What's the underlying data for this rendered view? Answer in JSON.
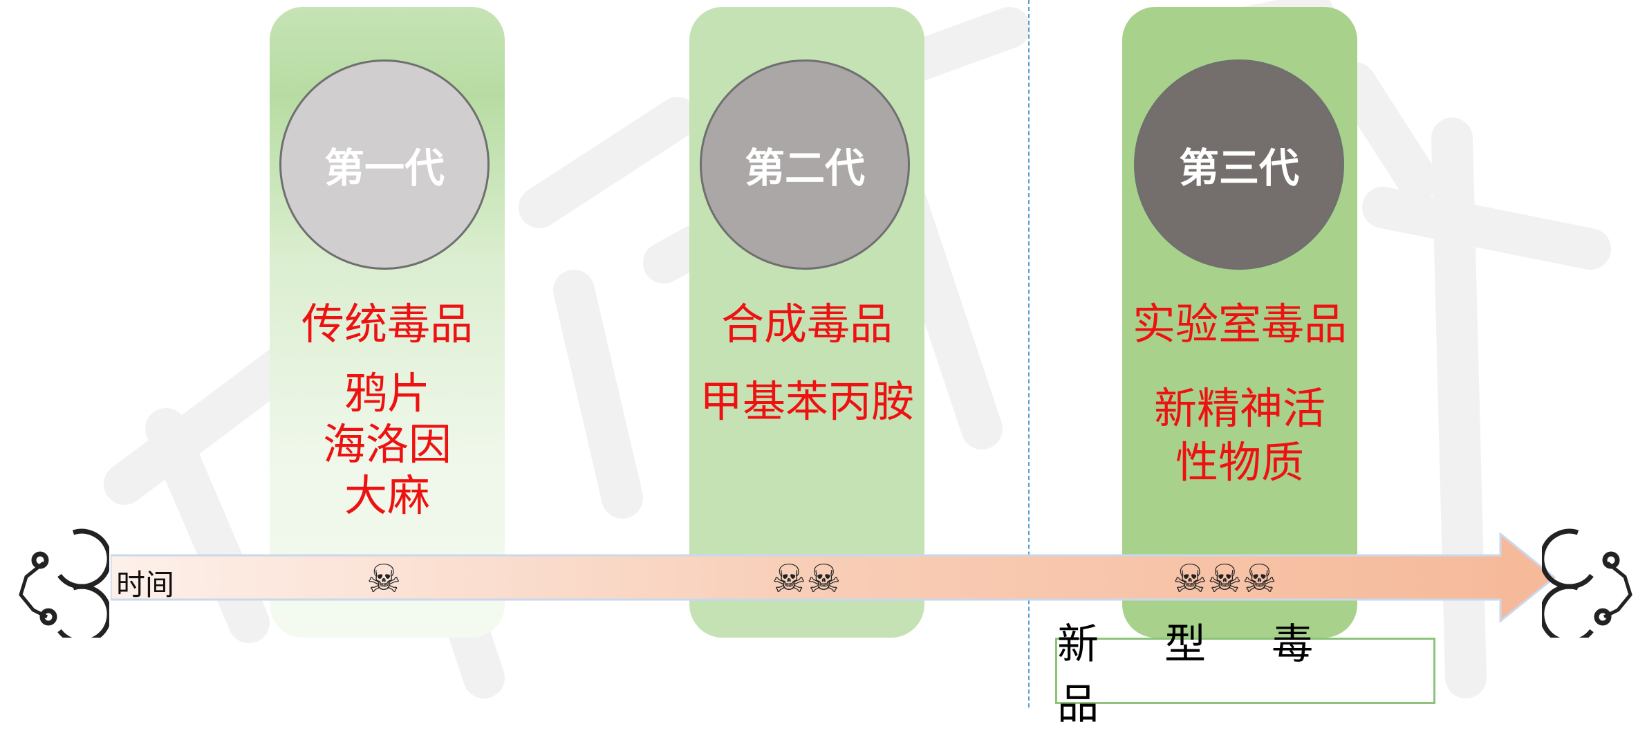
{
  "generations": [
    {
      "circle_label": "第一代",
      "category": "传统毒品",
      "examples": [
        "鸦片",
        "海洛因",
        "大麻"
      ],
      "skull_count": 1,
      "skulls": "☠"
    },
    {
      "circle_label": "第二代",
      "category": "合成毒品",
      "examples": [
        "甲基苯丙胺"
      ],
      "skull_count": 2,
      "skulls": "☠☠"
    },
    {
      "circle_label": "第三代",
      "category": "实验室毒品",
      "examples": [
        "新精神活",
        "性物质"
      ],
      "skull_count": 3,
      "skulls": "☠☠☠"
    }
  ],
  "timeline": {
    "label": "时间"
  },
  "new_drugs_label": "新 型 毒 品",
  "colors": {
    "generation1_circle": "#d0cecf",
    "generation2_circle": "#aba7a6",
    "generation3_circle": "#746f6d",
    "label_red": "#ee1111",
    "arrow_start": "#fbe6dc",
    "arrow_end": "#f7c2a6",
    "divider": "#5a9fd0"
  },
  "icons": [
    "handcuffs-icon",
    "skull-crossbones-icon"
  ]
}
